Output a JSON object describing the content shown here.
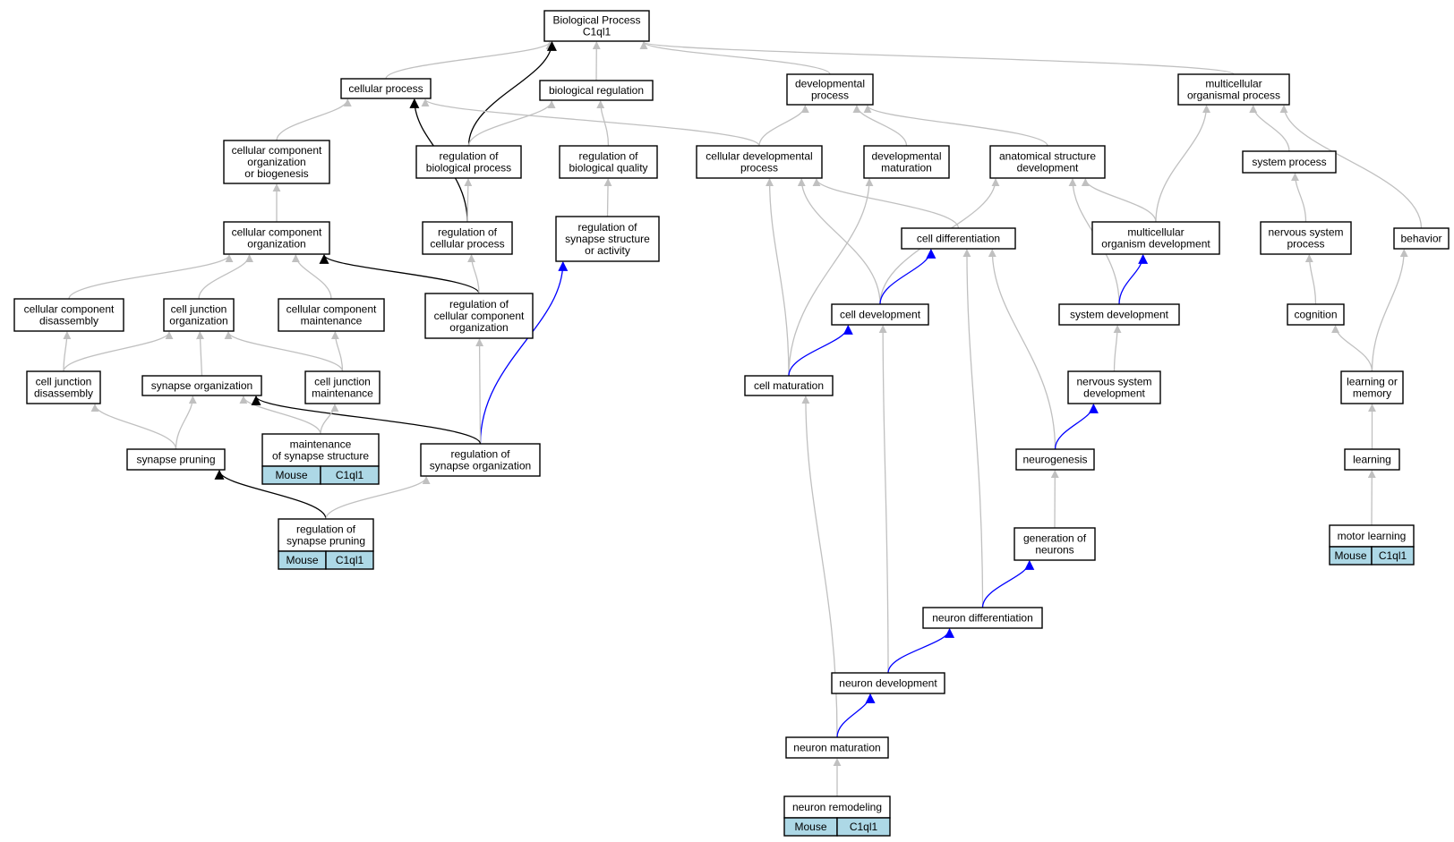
{
  "graph": {
    "colors": {
      "is_a": "#c0c0c0",
      "regulates": "#000000",
      "part_of": "#0000ff",
      "annotation_fill": "#add8e6"
    },
    "nodes": [
      {
        "id": "bp",
        "lines": [
          "Biological Process",
          "C1ql1"
        ]
      },
      {
        "id": "cp",
        "lines": [
          "cellular process"
        ]
      },
      {
        "id": "br",
        "lines": [
          "biological regulation"
        ]
      },
      {
        "id": "dp",
        "lines": [
          "developmental",
          "process"
        ]
      },
      {
        "id": "mop",
        "lines": [
          "multicellular",
          "organismal process"
        ]
      },
      {
        "id": "ccob",
        "lines": [
          "cellular component",
          "organization",
          "or biogenesis"
        ]
      },
      {
        "id": "rbp",
        "lines": [
          "regulation of",
          "biological process"
        ]
      },
      {
        "id": "rbq",
        "lines": [
          "regulation of",
          "biological quality"
        ]
      },
      {
        "id": "cdp",
        "lines": [
          "cellular developmental",
          "process"
        ]
      },
      {
        "id": "dm",
        "lines": [
          "developmental",
          "maturation"
        ]
      },
      {
        "id": "asd",
        "lines": [
          "anatomical structure",
          "development"
        ]
      },
      {
        "id": "sp",
        "lines": [
          "system process"
        ]
      },
      {
        "id": "cco",
        "lines": [
          "cellular component",
          "organization"
        ]
      },
      {
        "id": "rcp",
        "lines": [
          "regulation of",
          "cellular process"
        ]
      },
      {
        "id": "rssa",
        "lines": [
          "regulation of",
          "synapse structure",
          "or activity"
        ]
      },
      {
        "id": "cd",
        "lines": [
          "cell differentiation"
        ]
      },
      {
        "id": "mod",
        "lines": [
          "multicellular",
          "organism development"
        ]
      },
      {
        "id": "nsp",
        "lines": [
          "nervous system",
          "process"
        ]
      },
      {
        "id": "beh",
        "lines": [
          "behavior"
        ]
      },
      {
        "id": "ccd",
        "lines": [
          "cellular component",
          "disassembly"
        ]
      },
      {
        "id": "cjo",
        "lines": [
          "cell junction",
          "organization"
        ]
      },
      {
        "id": "ccm",
        "lines": [
          "cellular component",
          "maintenance"
        ]
      },
      {
        "id": "rcco",
        "lines": [
          "regulation of",
          "cellular component",
          "organization"
        ]
      },
      {
        "id": "cdev",
        "lines": [
          "cell development"
        ]
      },
      {
        "id": "sd",
        "lines": [
          "system development"
        ]
      },
      {
        "id": "cog",
        "lines": [
          "cognition"
        ]
      },
      {
        "id": "cjd",
        "lines": [
          "cell junction",
          "disassembly"
        ]
      },
      {
        "id": "so",
        "lines": [
          "synapse organization"
        ]
      },
      {
        "id": "cjm",
        "lines": [
          "cell junction",
          "maintenance"
        ]
      },
      {
        "id": "cm",
        "lines": [
          "cell maturation"
        ]
      },
      {
        "id": "nsd",
        "lines": [
          "nervous system",
          "development"
        ]
      },
      {
        "id": "lom",
        "lines": [
          "learning or",
          "memory"
        ]
      },
      {
        "id": "mss",
        "lines": [
          "maintenance",
          "of synapse structure"
        ],
        "annotation": [
          "Mouse",
          "C1ql1"
        ]
      },
      {
        "id": "spr",
        "lines": [
          "synapse pruning"
        ]
      },
      {
        "id": "rso",
        "lines": [
          "regulation of",
          "synapse organization"
        ]
      },
      {
        "id": "ng",
        "lines": [
          "neurogenesis"
        ]
      },
      {
        "id": "lrn",
        "lines": [
          "learning"
        ]
      },
      {
        "id": "rsp",
        "lines": [
          "regulation of",
          "synapse pruning"
        ],
        "annotation": [
          "Mouse",
          "C1ql1"
        ]
      },
      {
        "id": "gon",
        "lines": [
          "generation of",
          "neurons"
        ]
      },
      {
        "id": "ml",
        "lines": [
          "motor learning"
        ],
        "annotation": [
          "Mouse",
          "C1ql1"
        ]
      },
      {
        "id": "nd",
        "lines": [
          "neuron differentiation"
        ]
      },
      {
        "id": "ndev",
        "lines": [
          "neuron development"
        ]
      },
      {
        "id": "nm",
        "lines": [
          "neuron maturation"
        ]
      },
      {
        "id": "nr",
        "lines": [
          "neuron remodeling"
        ],
        "annotation": [
          "Mouse",
          "C1ql1"
        ]
      }
    ],
    "edges": [
      {
        "from": "cp",
        "to": "bp",
        "type": "is_a"
      },
      {
        "from": "br",
        "to": "bp",
        "type": "is_a"
      },
      {
        "from": "dp",
        "to": "bp",
        "type": "is_a"
      },
      {
        "from": "mop",
        "to": "bp",
        "type": "is_a"
      },
      {
        "from": "rbp",
        "to": "bp",
        "type": "regulates"
      },
      {
        "from": "ccob",
        "to": "cp",
        "type": "is_a"
      },
      {
        "from": "rcp",
        "to": "cp",
        "type": "regulates"
      },
      {
        "from": "cdp",
        "to": "cp",
        "type": "is_a"
      },
      {
        "from": "rbp",
        "to": "br",
        "type": "is_a"
      },
      {
        "from": "rbq",
        "to": "br",
        "type": "is_a"
      },
      {
        "from": "cdp",
        "to": "dp",
        "type": "is_a"
      },
      {
        "from": "dm",
        "to": "dp",
        "type": "is_a"
      },
      {
        "from": "asd",
        "to": "dp",
        "type": "is_a"
      },
      {
        "from": "mod",
        "to": "mop",
        "type": "is_a"
      },
      {
        "from": "sp",
        "to": "mop",
        "type": "is_a"
      },
      {
        "from": "beh",
        "to": "mop",
        "type": "is_a"
      },
      {
        "from": "cco",
        "to": "ccob",
        "type": "is_a"
      },
      {
        "from": "rcp",
        "to": "rbp",
        "type": "is_a"
      },
      {
        "from": "rssa",
        "to": "rbq",
        "type": "is_a"
      },
      {
        "from": "cd",
        "to": "cdp",
        "type": "is_a"
      },
      {
        "from": "cdev",
        "to": "cdp",
        "type": "is_a"
      },
      {
        "from": "cm",
        "to": "cdp",
        "type": "is_a"
      },
      {
        "from": "cm",
        "to": "dm",
        "type": "is_a"
      },
      {
        "from": "cdev",
        "to": "asd",
        "type": "is_a"
      },
      {
        "from": "mod",
        "to": "asd",
        "type": "is_a"
      },
      {
        "from": "sd",
        "to": "asd",
        "type": "is_a"
      },
      {
        "from": "nsp",
        "to": "sp",
        "type": "is_a"
      },
      {
        "from": "ccd",
        "to": "cco",
        "type": "is_a"
      },
      {
        "from": "cjo",
        "to": "cco",
        "type": "is_a"
      },
      {
        "from": "ccm",
        "to": "cco",
        "type": "is_a"
      },
      {
        "from": "rcco",
        "to": "cco",
        "type": "regulates"
      },
      {
        "from": "rcco",
        "to": "rcp",
        "type": "is_a"
      },
      {
        "from": "rso",
        "to": "rssa",
        "type": "part_of"
      },
      {
        "from": "cdev",
        "to": "cd",
        "type": "part_of"
      },
      {
        "from": "nd",
        "to": "cd",
        "type": "is_a"
      },
      {
        "from": "ng",
        "to": "cd",
        "type": "is_a"
      },
      {
        "from": "sd",
        "to": "mod",
        "type": "part_of"
      },
      {
        "from": "cog",
        "to": "nsp",
        "type": "is_a"
      },
      {
        "from": "lom",
        "to": "beh",
        "type": "is_a"
      },
      {
        "from": "cjd",
        "to": "ccd",
        "type": "is_a"
      },
      {
        "from": "cjd",
        "to": "cjo",
        "type": "is_a"
      },
      {
        "from": "so",
        "to": "cjo",
        "type": "is_a"
      },
      {
        "from": "cjm",
        "to": "cjo",
        "type": "is_a"
      },
      {
        "from": "cjm",
        "to": "ccm",
        "type": "is_a"
      },
      {
        "from": "rso",
        "to": "rcco",
        "type": "is_a"
      },
      {
        "from": "cm",
        "to": "cdev",
        "type": "part_of"
      },
      {
        "from": "ndev",
        "to": "cdev",
        "type": "is_a"
      },
      {
        "from": "nsd",
        "to": "sd",
        "type": "is_a"
      },
      {
        "from": "lom",
        "to": "cog",
        "type": "is_a"
      },
      {
        "from": "spr",
        "to": "cjd",
        "type": "is_a"
      },
      {
        "from": "spr",
        "to": "so",
        "type": "is_a"
      },
      {
        "from": "mss",
        "to": "so",
        "type": "is_a"
      },
      {
        "from": "rso",
        "to": "so",
        "type": "regulates"
      },
      {
        "from": "mss",
        "to": "cjm",
        "type": "is_a"
      },
      {
        "from": "nm",
        "to": "cm",
        "type": "is_a"
      },
      {
        "from": "ng",
        "to": "nsd",
        "type": "part_of"
      },
      {
        "from": "lrn",
        "to": "lom",
        "type": "is_a"
      },
      {
        "from": "rsp",
        "to": "spr",
        "type": "regulates"
      },
      {
        "from": "rsp",
        "to": "rso",
        "type": "is_a"
      },
      {
        "from": "gon",
        "to": "ng",
        "type": "is_a"
      },
      {
        "from": "ml",
        "to": "lrn",
        "type": "is_a"
      },
      {
        "from": "nd",
        "to": "gon",
        "type": "part_of"
      },
      {
        "from": "ndev",
        "to": "nd",
        "type": "part_of"
      },
      {
        "from": "nm",
        "to": "ndev",
        "type": "part_of"
      },
      {
        "from": "nr",
        "to": "nm",
        "type": "is_a"
      }
    ]
  }
}
